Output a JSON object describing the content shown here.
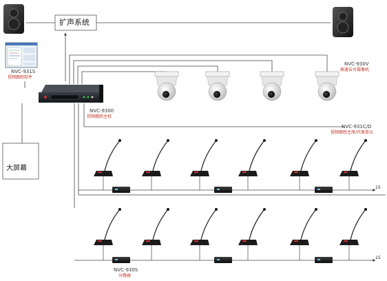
{
  "pa_system": {
    "label": "扩声系统"
  },
  "big_screen": {
    "label": "大屏幕"
  },
  "software": {
    "model": "NVC-931S",
    "desc": "视频跟踪软件"
  },
  "host": {
    "model": "NVC-9300",
    "desc": "视频跟踪主机"
  },
  "cameras": {
    "model": "NVC-930V",
    "desc": "高速云台摄像机"
  },
  "units": {
    "model": "NVC-931C/D",
    "desc": "视频跟踪主席/代表单元"
  },
  "splitter": {
    "model": "NVC-930S",
    "desc": "分路器"
  },
  "rows": [
    {
      "count": "15"
    },
    {
      "count": "15"
    }
  ],
  "icons": {
    "speaker": "speaker-icon",
    "camera": "dome-camera-icon",
    "mic": "gooseneck-microphone-icon"
  }
}
